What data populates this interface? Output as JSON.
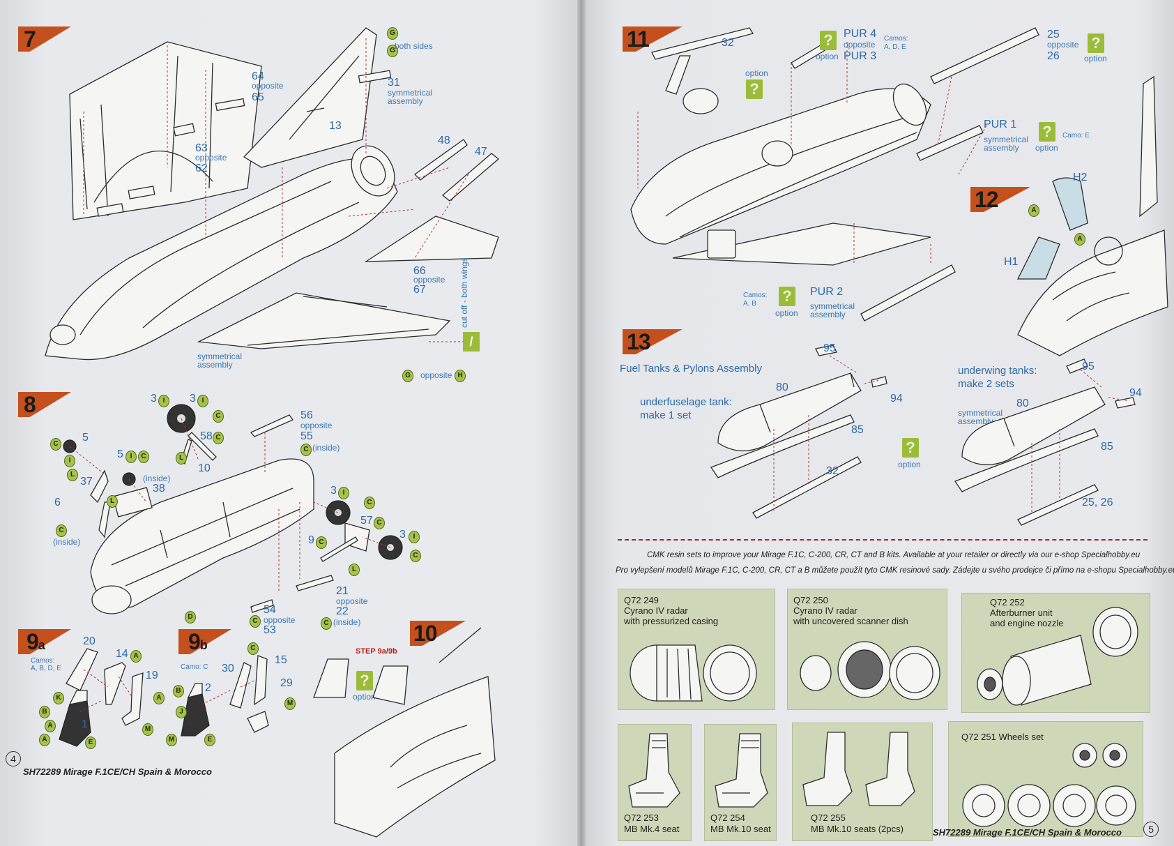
{
  "left_page": {
    "page_number": "4",
    "footer": "SH72289 Mirage F.1CE/CH Spain & Morocco",
    "step7": {
      "number": "7",
      "labels": {
        "both_sides": "both sides",
        "p64": "64",
        "opposite_a": "opposite",
        "p65": "65",
        "p31": "31",
        "symmetrical_a": "symmetrical",
        "assembly_a": "assembly",
        "p13": "13",
        "p63": "63",
        "opposite_b": "opposite",
        "p62": "62",
        "p48": "48",
        "p47": "47",
        "p66": "66",
        "opposite_c": "opposite",
        "p67": "67",
        "cut_off": "cut off - both wings",
        "symmetrical_b": "symmetrical",
        "assembly_b": "assembly",
        "opposite_d": "opposite"
      },
      "badges": {
        "g1": "G",
        "g2": "G",
        "g3": "G",
        "h1": "H"
      }
    },
    "step8": {
      "number": "8",
      "labels": {
        "p3a": "3",
        "p3b": "3",
        "p5a": "5",
        "p5b": "5",
        "inside_a": "(inside)",
        "p37": "37",
        "p38": "38",
        "p6": "6",
        "inside_b": "(inside)",
        "p58": "58",
        "p10": "10",
        "p56": "56",
        "opposite_a": "opposite",
        "p55": "55",
        "inside_c": "(inside)",
        "p3c": "3",
        "p57": "57",
        "p3d": "3",
        "p9": "9",
        "p21": "21",
        "opposite_b": "opposite",
        "p22": "22",
        "inside_d": "(inside)",
        "p54": "54",
        "opposite_c": "opposite",
        "p53": "53"
      },
      "badges": {
        "i": "I",
        "c": "C",
        "l": "L",
        "d": "D"
      }
    },
    "step9a": {
      "number": "9",
      "suffix": "a",
      "camos": "Camos:",
      "camos_list": "A, B, D, E",
      "p20": "20",
      "p14": "14",
      "p19": "19",
      "p1": "1",
      "badges": {
        "k": "K",
        "b": "B",
        "a": "A",
        "e": "E",
        "m": "M"
      }
    },
    "step9b": {
      "number": "9",
      "suffix": "b",
      "camo": "Camo: C",
      "p30": "30",
      "p15": "15",
      "p2": "2",
      "p29": "29",
      "badges": {
        "c": "C",
        "b": "B",
        "j": "J",
        "m": "M",
        "e": "E"
      }
    },
    "step10": {
      "number": "10",
      "step_ref": "STEP 9a/9b",
      "option": "option",
      "q": "?"
    }
  },
  "right_page": {
    "page_number": "5",
    "footer": "SH72289 Mirage F.1CE/CH Spain & Morocco",
    "step11": {
      "number": "11",
      "p32": "32",
      "pur4": "PUR 4",
      "opposite": "opposite",
      "option_a": "option",
      "pur3": "PUR 3",
      "camos_a": "Camos:",
      "camos_a_list": "A, D, E",
      "option_b": "option",
      "p25": "25",
      "opposite_b": "opposite",
      "p26": "26",
      "option_c": "option",
      "pur1": "PUR 1",
      "symmetrical": "symmetrical",
      "assembly": "assembly",
      "option_d": "option",
      "camo_e": "Camo: E",
      "camos_b": "Camos:",
      "camos_b_list": "A, B",
      "option_e": "option",
      "pur2": "PUR 2",
      "symmetrical_b": "symmetrical",
      "assembly_b": "assembly",
      "q": "?"
    },
    "step12": {
      "number": "12",
      "h2": "H2",
      "h1": "H1",
      "badges": {
        "a": "A"
      }
    },
    "step13": {
      "number": "13",
      "title": "Fuel Tanks & Pylons Assembly",
      "underfuselage": "underfuselage tank:",
      "make1": "make 1 set",
      "p95a": "95",
      "p94a": "94",
      "p80a": "80",
      "p85a": "85",
      "p32": "32",
      "option": "option",
      "underwing": "underwing tanks:",
      "make2": "make 2 sets",
      "symmetrical": "symmetrical",
      "assembly": "assembly",
      "p95b": "95",
      "p94b": "94",
      "p80b": "80",
      "p85b": "85",
      "p2526": "25, 26"
    },
    "resin_info_en": "CMK resin sets to improve your Mirage F.1C, C-200, CR, CT and B kits. Available at your retailer or directly via our e-shop Specialhobby.eu",
    "resin_info_cz": "Pro vylepšení modelů Mirage F.1C, C-200, CR, CT a B můžete použít tyto CMK resinové sady. Zádejte u svého prodejce či přímo na e-shopu Specialhobby.eu",
    "resin_sets": [
      {
        "code": "Q72 249",
        "line1": "Cyrano IV radar",
        "line2": "with pressurized casing"
      },
      {
        "code": "Q72 250",
        "line1": "Cyrano IV radar",
        "line2": "with uncovered scanner dish"
      },
      {
        "code": "Q72 252",
        "line1": "Afterburner unit",
        "line2": "and engine nozzle"
      },
      {
        "code": "Q72 253",
        "line1": "MB Mk.4 seat"
      },
      {
        "code": "Q72 254",
        "line1": "MB Mk.10 seat"
      },
      {
        "code": "Q72 255",
        "line1": "MB Mk.10 seats (2pcs)"
      },
      {
        "code": "Q72 251 Wheels set"
      }
    ]
  }
}
